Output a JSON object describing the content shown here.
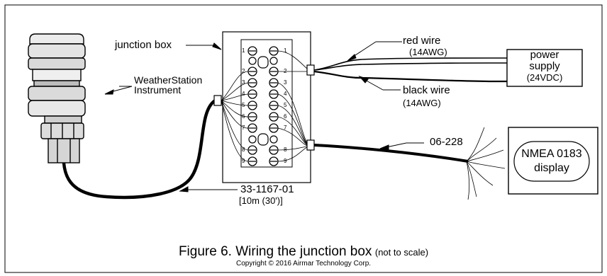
{
  "labels": {
    "junction_box": "junction box",
    "weatherstation_line1": "WeatherStation",
    "weatherstation_line2": "Instrument",
    "red_wire": "red wire",
    "red_wire_gauge": "(14AWG)",
    "black_wire": "black wire",
    "black_wire_gauge": "(14AWG)",
    "power_supply_line1": "power",
    "power_supply_line2": "supply",
    "power_supply_line3": "(24VDC)",
    "cable_06_228": "06-228",
    "cable_33_1167": "33-1167-01",
    "cable_length": "[10m (30')]",
    "nmea_line1": "NMEA 0183",
    "nmea_line2": "display"
  },
  "terminal_numbers": [
    "1",
    "2",
    "3",
    "4",
    "5",
    "6",
    "7",
    "8",
    "9"
  ],
  "caption": {
    "title": "Figure 6. Wiring the junction box",
    "note": "(not to scale)",
    "copyright": "Copyright © 2016 Airmar Technology Corp."
  },
  "colors": {
    "line": "#000000",
    "background": "#ffffff",
    "light_fill": "#e6e6e6"
  }
}
